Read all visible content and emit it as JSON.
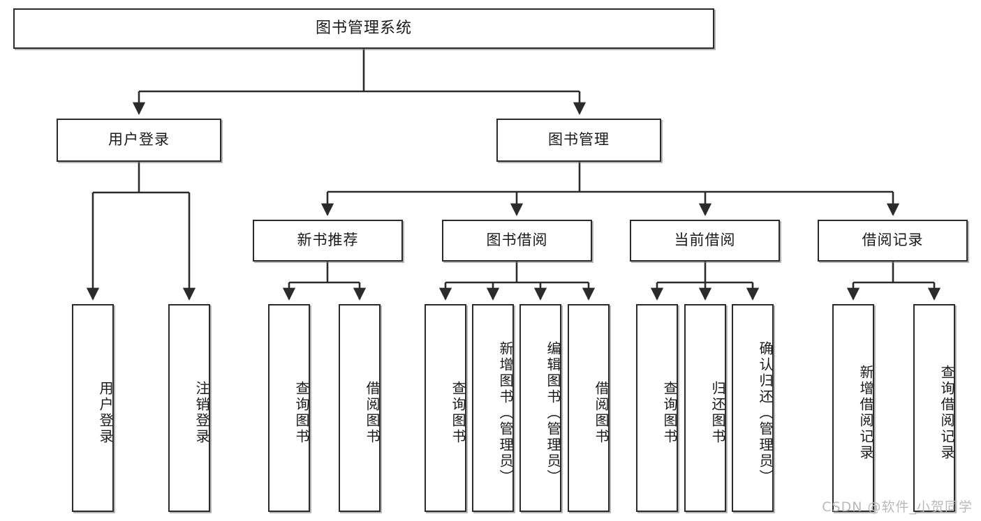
{
  "diagram": {
    "title": "图书管理系统",
    "type": "tree-hierarchy-chart",
    "watermark": "CSDN @软件_小贺同学",
    "colors": {
      "box_border": "#2b2b2b",
      "box_fill": "#ffffff",
      "connector": "#2b2b2b",
      "text": "#1a1a1a",
      "watermark": "#b9b9b9"
    },
    "levels": {
      "root": {
        "label": "图书管理系统"
      },
      "level2": [
        {
          "id": "user-login",
          "label": "用户登录"
        },
        {
          "id": "book-manage",
          "label": "图书管理"
        }
      ],
      "level3": [
        {
          "id": "new-book-recommend",
          "label": "新书推荐"
        },
        {
          "id": "book-borrow",
          "label": "图书借阅"
        },
        {
          "id": "current-borrow",
          "label": "当前借阅"
        },
        {
          "id": "borrow-record",
          "label": "借阅记录"
        }
      ],
      "leaves": {
        "user-login": [
          {
            "id": "leaf-user-login",
            "label": "用户登录"
          },
          {
            "id": "leaf-logout-login",
            "label": "注销登录"
          }
        ],
        "new-book-recommend": [
          {
            "id": "leaf-query-book-1",
            "label": "查询图书"
          },
          {
            "id": "leaf-borrow-book-1",
            "label": "借阅图书"
          }
        ],
        "book-borrow": [
          {
            "id": "leaf-query-book-2",
            "label": "查询图书"
          },
          {
            "id": "leaf-add-book",
            "label": "新增图书（管理员）"
          },
          {
            "id": "leaf-edit-book",
            "label": "编辑图书（管理员）"
          },
          {
            "id": "leaf-borrow-book-2",
            "label": "借阅图书"
          }
        ],
        "current-borrow": [
          {
            "id": "leaf-query-book-3",
            "label": "查询图书"
          },
          {
            "id": "leaf-return-book",
            "label": "归还图书"
          },
          {
            "id": "leaf-confirm-return",
            "label": "确认归还（管理员）"
          }
        ],
        "borrow-record": [
          {
            "id": "leaf-add-record",
            "label": "新增借阅记录"
          },
          {
            "id": "leaf-query-record",
            "label": "查询借阅记录"
          }
        ]
      }
    }
  }
}
